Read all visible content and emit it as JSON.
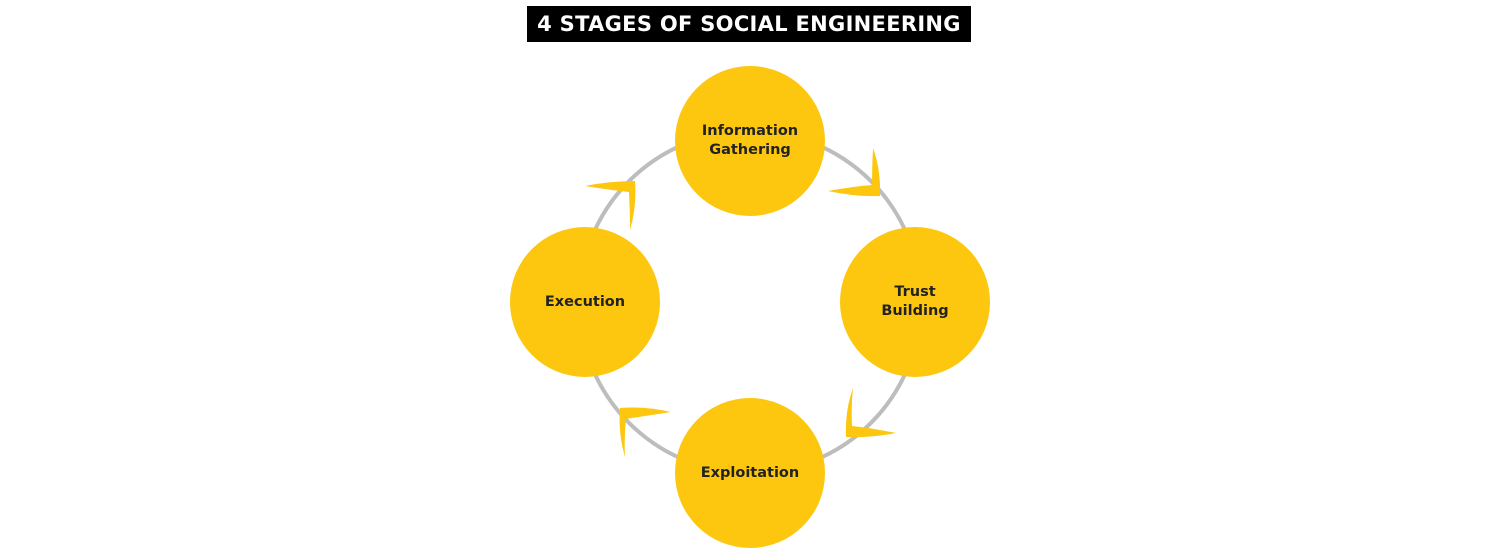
{
  "title": "4 STAGES OF SOCIAL ENGINEERING",
  "colors": {
    "title_bg": "#000000",
    "title_text": "#ffffff",
    "node_fill": "#fcc70e",
    "node_text": "#222222",
    "ring": "#bdbdbd",
    "arrow": "#fcc70e"
  },
  "stages": [
    {
      "label": "Information\nGathering"
    },
    {
      "label": "Trust\nBuilding"
    },
    {
      "label": "Exploitation"
    },
    {
      "label": "Execution"
    }
  ],
  "flow_direction": "clockwise"
}
